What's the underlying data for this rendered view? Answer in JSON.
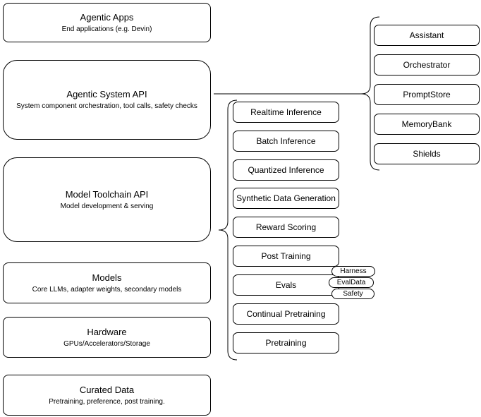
{
  "colors": {
    "stroke": "#000000",
    "fill": "#ffffff",
    "text": "#000000"
  },
  "stack": [
    {
      "title": "Agentic Apps",
      "subtitle": "End applications (e.g. Devin)"
    },
    {
      "title": "Agentic System API",
      "subtitle": "System component orchestration, tool calls, safety checks"
    },
    {
      "title": "Model Toolchain API",
      "subtitle": "Model development & serving"
    },
    {
      "title": "Models",
      "subtitle": "Core LLMs, adapter weights, secondary models"
    },
    {
      "title": "Hardware",
      "subtitle": "GPUs/Accelerators/Storage"
    },
    {
      "title": "Curated Data",
      "subtitle": "Pretraining, preference, post training."
    }
  ],
  "toolchain": {
    "items": [
      "Realtime Inference",
      "Batch Inference",
      "Quantized Inference",
      "Synthetic Data Generation",
      "Reward Scoring",
      "Post Training",
      "Evals",
      "Continual Pretraining",
      "Pretraining"
    ],
    "evals_tags": [
      "Harness",
      "EvalData",
      "Safety"
    ]
  },
  "system_components": [
    "Assistant",
    "Orchestrator",
    "PromptStore",
    "MemoryBank",
    "Shields"
  ]
}
